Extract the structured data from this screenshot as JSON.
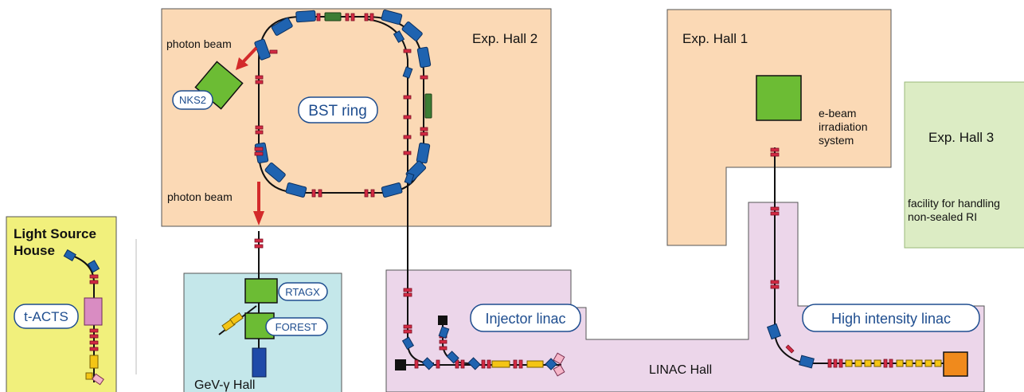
{
  "colors": {
    "hall_bg": "#fbd9b5",
    "linac_bg": "#ecd6ea",
    "hall3_bg": "#dcecc4",
    "lsh_bg": "#f1f07c",
    "gev_bg": "#c4e7ea",
    "bend_magnet": "#1f63b0",
    "quad_magnet": "#d32a43",
    "steering_magnet": "#3c7d34",
    "experiment_box": "#6cbc34",
    "rf_cavity": "#f4c515",
    "photon_arrow": "#d32a2a",
    "label_text": "#1e4d8f",
    "beamline": "#111111",
    "target_orange": "#f08a1c",
    "tacts_cavity": "#d98cc2",
    "beam_dump": "#f5b5c8"
  },
  "halls": {
    "exp_hall_2": "Exp. Hall 2",
    "exp_hall_1": "Exp. Hall 1",
    "exp_hall_3": "Exp. Hall 3",
    "linac_hall": "LINAC Hall",
    "light_source_house_line1": "Light Source",
    "light_source_house_line2": "House",
    "gev_gamma_hall": "GeV-γ Hall"
  },
  "labels": {
    "photon_beam_upper": "photon beam",
    "photon_beam_lower": "photon beam",
    "ebeam_line1": "e-beam",
    "ebeam_line2": "irradiation",
    "ebeam_line3": "system",
    "ri_line1": "facility for handling",
    "ri_line2": "non-sealed RI"
  },
  "badges": {
    "nks2": "NKS2",
    "bst_ring": "BST ring",
    "rtagx": "RTAGX",
    "forest": "FOREST",
    "tacts": "t-ACTS",
    "injector_linac": "Injector linac",
    "high_intensity_linac": "High intensity linac"
  }
}
